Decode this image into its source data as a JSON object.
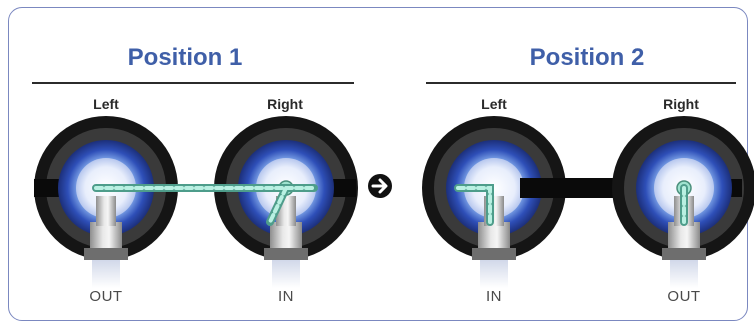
{
  "positions": [
    {
      "title": "Position 1",
      "left_label": "Left",
      "right_label": "Right",
      "left_jack": "OUT",
      "right_jack": "IN"
    },
    {
      "title": "Position 2",
      "left_label": "Left",
      "right_label": "Right",
      "left_jack": "IN",
      "right_jack": "OUT"
    }
  ],
  "arrow_icon": "circle-arrow-right-icon",
  "colors": {
    "title": "#3f5fa8",
    "frame_border": "#7b88c0",
    "jack_ring": "#1a1a1a",
    "jack_blue": "#3552b8",
    "signal": "#7fd6c2"
  }
}
